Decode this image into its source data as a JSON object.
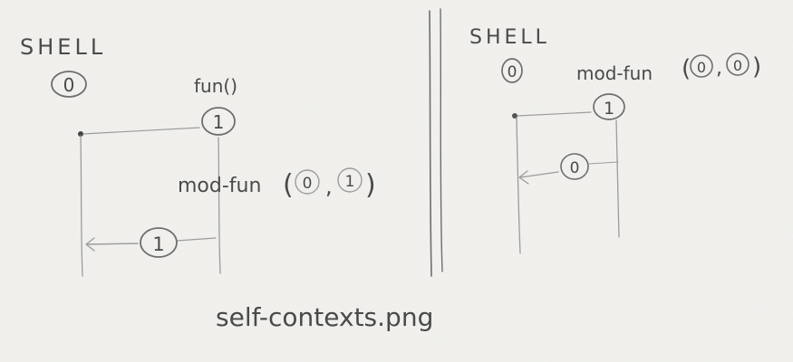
{
  "caption": "self-contexts.png",
  "left_panel": {
    "shell_label": "SHELL",
    "shell_value": "0",
    "call_label": "fun()",
    "frame_value": "1",
    "mod_call": {
      "name": "mod-fun",
      "open": "(",
      "arg1": "0",
      "comma": ",",
      "arg2": "1",
      "close": ")"
    },
    "return_value": "1"
  },
  "right_panel": {
    "shell_label": "SHELL",
    "shell_value": "0",
    "mod_call": {
      "name": "mod-fun",
      "open": "(",
      "arg1": "0",
      "comma": ",",
      "arg2": "0",
      "close": ")"
    },
    "frame_value": "1",
    "return_value": "0"
  }
}
